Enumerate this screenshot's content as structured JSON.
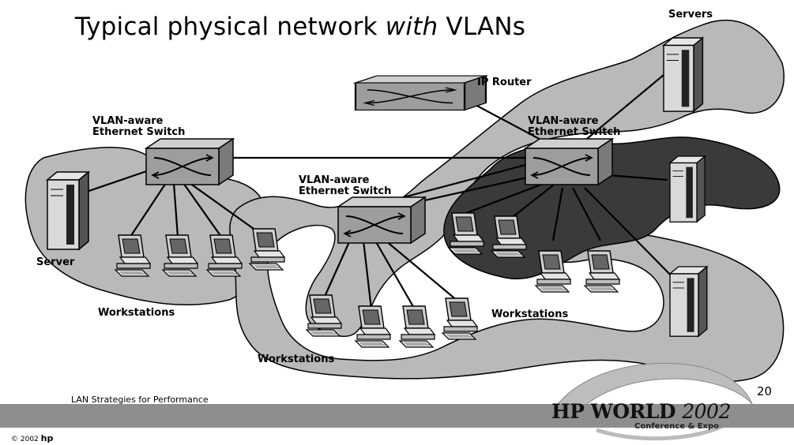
{
  "slide": {
    "title_part1": "Typical physical network ",
    "title_italic": "with",
    "title_part2": " VLANs"
  },
  "labels": {
    "servers": "Servers",
    "ip_router": "IP Router",
    "switch_left": [
      "VLAN-aware",
      "Ethernet Switch"
    ],
    "switch_right": [
      "VLAN-aware",
      "Ethernet Switch"
    ],
    "switch_center": [
      "VLAN-aware",
      "Ethernet Switch"
    ],
    "server": "Server",
    "workstations_left": "Workstations",
    "workstations_right": "Workstations",
    "workstations_bottom": "Workstations"
  },
  "footer": {
    "text": "LAN Strategies for Performance",
    "page_number": "20",
    "copyright_prefix": "© 2002",
    "copyright_brand": "hp"
  },
  "logo": {
    "brand": "HP WORLD",
    "year": "2002",
    "subtitle": "Conference & Expo"
  },
  "colors": {
    "vlan_light": "#b9b9b9",
    "vlan_dark": "#3a3a3a",
    "device_gray": "#9a9a9a",
    "footer_bar": "#8e8e8e"
  }
}
